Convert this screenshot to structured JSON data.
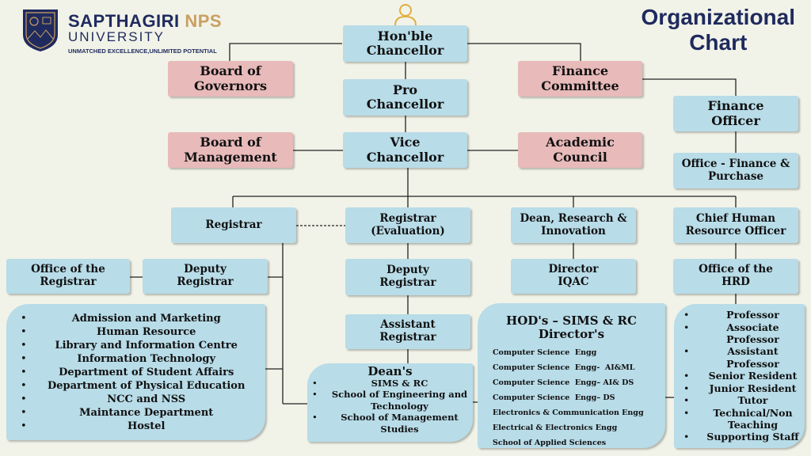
{
  "header": {
    "brand_main": "SAPTHAGIRI",
    "brand_accent": "NPS",
    "brand_sub": "UNIVERSITY",
    "tagline": "UNMATCHED EXCELLENCE,UNLIMITED POTENTIAL",
    "title_line1": "Organizational",
    "title_line2": "Chart"
  },
  "colors": {
    "box": "#b8dce8",
    "pink": "#e8baba",
    "navy": "#1f2a5e",
    "gold": "#c9a062"
  },
  "nodes": {
    "chancellor": "Hon'ble Chancellor",
    "board_governors": "Board of Governors",
    "finance_committee": "Finance Committee",
    "pro_chancellor": "Pro Chancellor",
    "finance_officer": "Finance Officer",
    "board_management": "Board of Management",
    "vice_chancellor": "Vice Chancellor",
    "academic_council": "Academic Council",
    "office_finance": "Office - Finance & Purchase",
    "registrar": "Registrar",
    "registrar_eval": "Registrar (Evaluation)",
    "dean_research": "Dean, Research & Innovation",
    "chief_hr": "Chief Human Resource Officer",
    "office_registrar": "Office of the Registrar",
    "deputy_registrar_left": "Deputy Registrar",
    "deputy_registrar_mid": "Deputy Registrar",
    "director_iqac": "Director IQAC",
    "office_hrd": "Office of the HRD",
    "assistant_registrar": "Assistant Registrar"
  },
  "registrar_units": [
    "Admission and Marketing",
    "Human Resource",
    "Library and Information Centre",
    "Information Technology",
    "Department of Student Affairs",
    "Department of Physical Education",
    "NCC and NSS",
    "Maintance Department",
    "Hostel"
  ],
  "deans": {
    "title": "Dean's",
    "items": [
      "SIMS & RC",
      "School of Engineering and Technology",
      "School of Management Studies"
    ]
  },
  "hods": {
    "title1": "HOD's – SIMS & RC",
    "title2": "Director's",
    "items": [
      "Computer Science  Engg",
      "Computer Science  Engg-  AI&ML",
      "Computer Science  Engg– AI& DS",
      "Computer Science  Engg– DS",
      "Electronics & Communication Engg",
      "Electrical & Electronics Engg",
      "School of Applied Sciences"
    ]
  },
  "faculty": [
    "Professor",
    "Associate Professor",
    "Assistant Professor",
    "Senior Resident",
    "Junior Resident",
    "Tutor",
    "Technical/Non Teaching",
    "Supporting Staff"
  ]
}
